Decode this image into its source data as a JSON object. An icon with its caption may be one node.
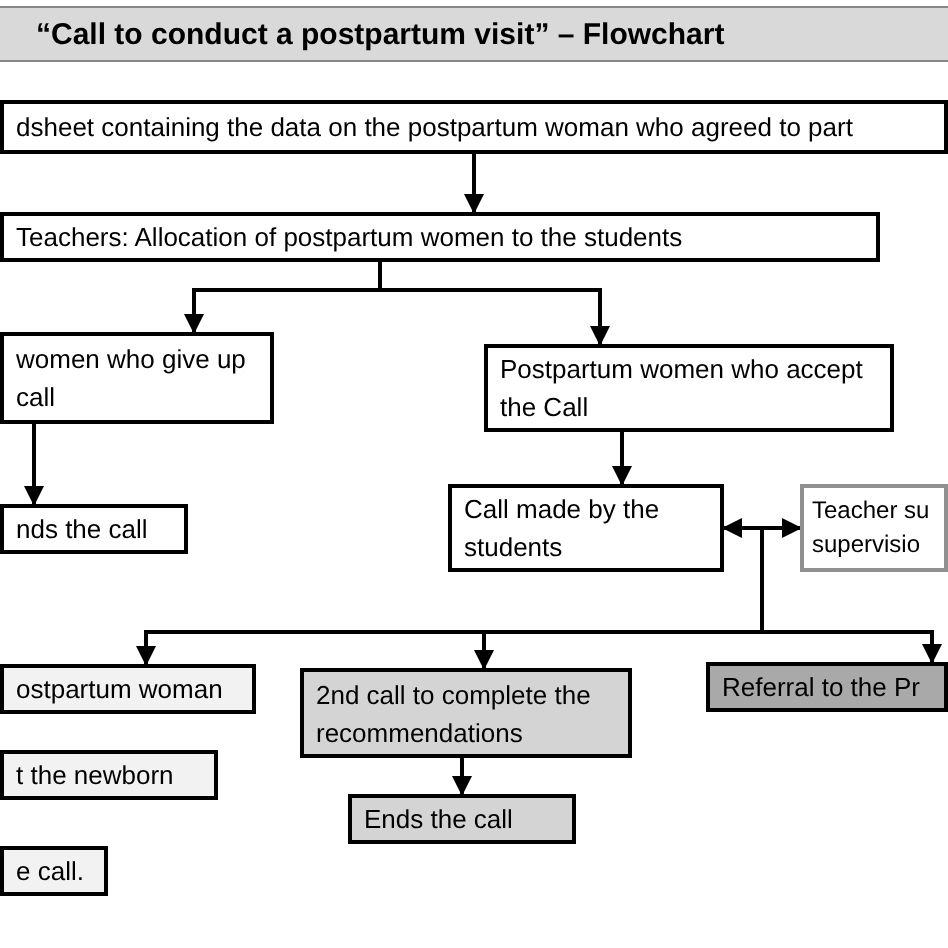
{
  "diagram": {
    "title": "“Call to conduct a postpartum visit” – Flowchart",
    "nodes": [
      {
        "text": [
          "dsheet containing the data on the postpartum woman who agreed to part"
        ]
      },
      {
        "text": [
          "Teachers: Allocation of postpartum women to the students"
        ]
      },
      {
        "text": [
          "women who give up call"
        ]
      },
      {
        "text": [
          "Postpartum women who accept the Call"
        ]
      },
      {
        "text": [
          "nds the call"
        ]
      },
      {
        "text": [
          "Call made by the students"
        ]
      },
      {
        "text": [
          "Teacher su supervisio"
        ]
      },
      {
        "text": [
          "ostpartum woman"
        ]
      },
      {
        "text": [
          "2nd call to complete the recommendations"
        ]
      },
      {
        "text": [
          "Referral to the Pr"
        ]
      },
      {
        "text": [
          "t the newborn"
        ]
      },
      {
        "text": [
          "Ends the call"
        ]
      },
      {
        "text": [
          "e call."
        ]
      }
    ],
    "edges": [
      {
        "from": 0,
        "to": 1,
        "arrow": "to"
      },
      {
        "from": 1,
        "to": 2,
        "arrow": "to"
      },
      {
        "from": 1,
        "to": 3,
        "arrow": "to"
      },
      {
        "from": 2,
        "to": 4,
        "arrow": "to"
      },
      {
        "from": 3,
        "to": 5,
        "arrow": "to"
      },
      {
        "from": 5,
        "to": 6,
        "arrow": "both"
      },
      {
        "from": 5,
        "to": 7,
        "arrow": "to"
      },
      {
        "from": 5,
        "to": 8,
        "arrow": "to"
      },
      {
        "from": 5,
        "to": 9,
        "arrow": "to"
      },
      {
        "from": 8,
        "to": 11,
        "arrow": "to"
      }
    ]
  }
}
